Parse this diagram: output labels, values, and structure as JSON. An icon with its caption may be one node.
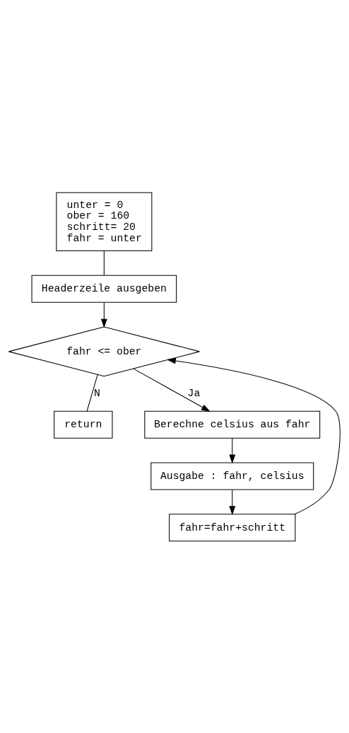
{
  "diagram": {
    "nodes": [
      {
        "text": [
          "unter = 0",
          "ober = 160",
          "schritt= 20",
          "fahr = unter"
        ]
      },
      {
        "text": [
          "Headerzeile ausgeben"
        ]
      },
      {
        "text": [
          "fahr <= ober"
        ]
      },
      {
        "text": [
          "return"
        ]
      },
      {
        "text": [
          "Berechne celsius aus fahr"
        ]
      },
      {
        "text": [
          "Ausgabe : fahr, celsius"
        ]
      },
      {
        "text": [
          "fahr=fahr+schritt"
        ]
      }
    ],
    "edges": [
      {
        "from": 0,
        "to": 1,
        "arrow": "none"
      },
      {
        "from": 1,
        "to": 2,
        "arrow": "to"
      },
      {
        "from": 2,
        "to": 3,
        "arrow": "none",
        "label": "N"
      },
      {
        "from": 2,
        "to": 4,
        "arrow": "to",
        "label": "Ja"
      },
      {
        "from": 4,
        "to": 5,
        "arrow": "to"
      },
      {
        "from": 5,
        "to": 6,
        "arrow": "to"
      },
      {
        "from": 6,
        "to": 2,
        "arrow": "to"
      }
    ]
  }
}
